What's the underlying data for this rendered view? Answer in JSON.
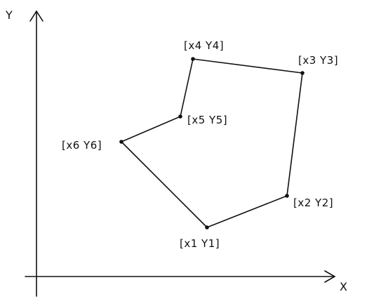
{
  "axes": {
    "x_label": "X",
    "y_label": "Y"
  },
  "polygon": {
    "vertices": [
      {
        "id": "v1",
        "label": "[x1 Y1]"
      },
      {
        "id": "v2",
        "label": "[x2 Y2]"
      },
      {
        "id": "v3",
        "label": "[x3 Y3]"
      },
      {
        "id": "v4",
        "label": "[x4 Y4]"
      },
      {
        "id": "v5",
        "label": "[x5 Y5]"
      },
      {
        "id": "v6",
        "label": "[x6 Y6]"
      }
    ]
  },
  "colors": {
    "ink": "#111111",
    "background": "#ffffff"
  }
}
